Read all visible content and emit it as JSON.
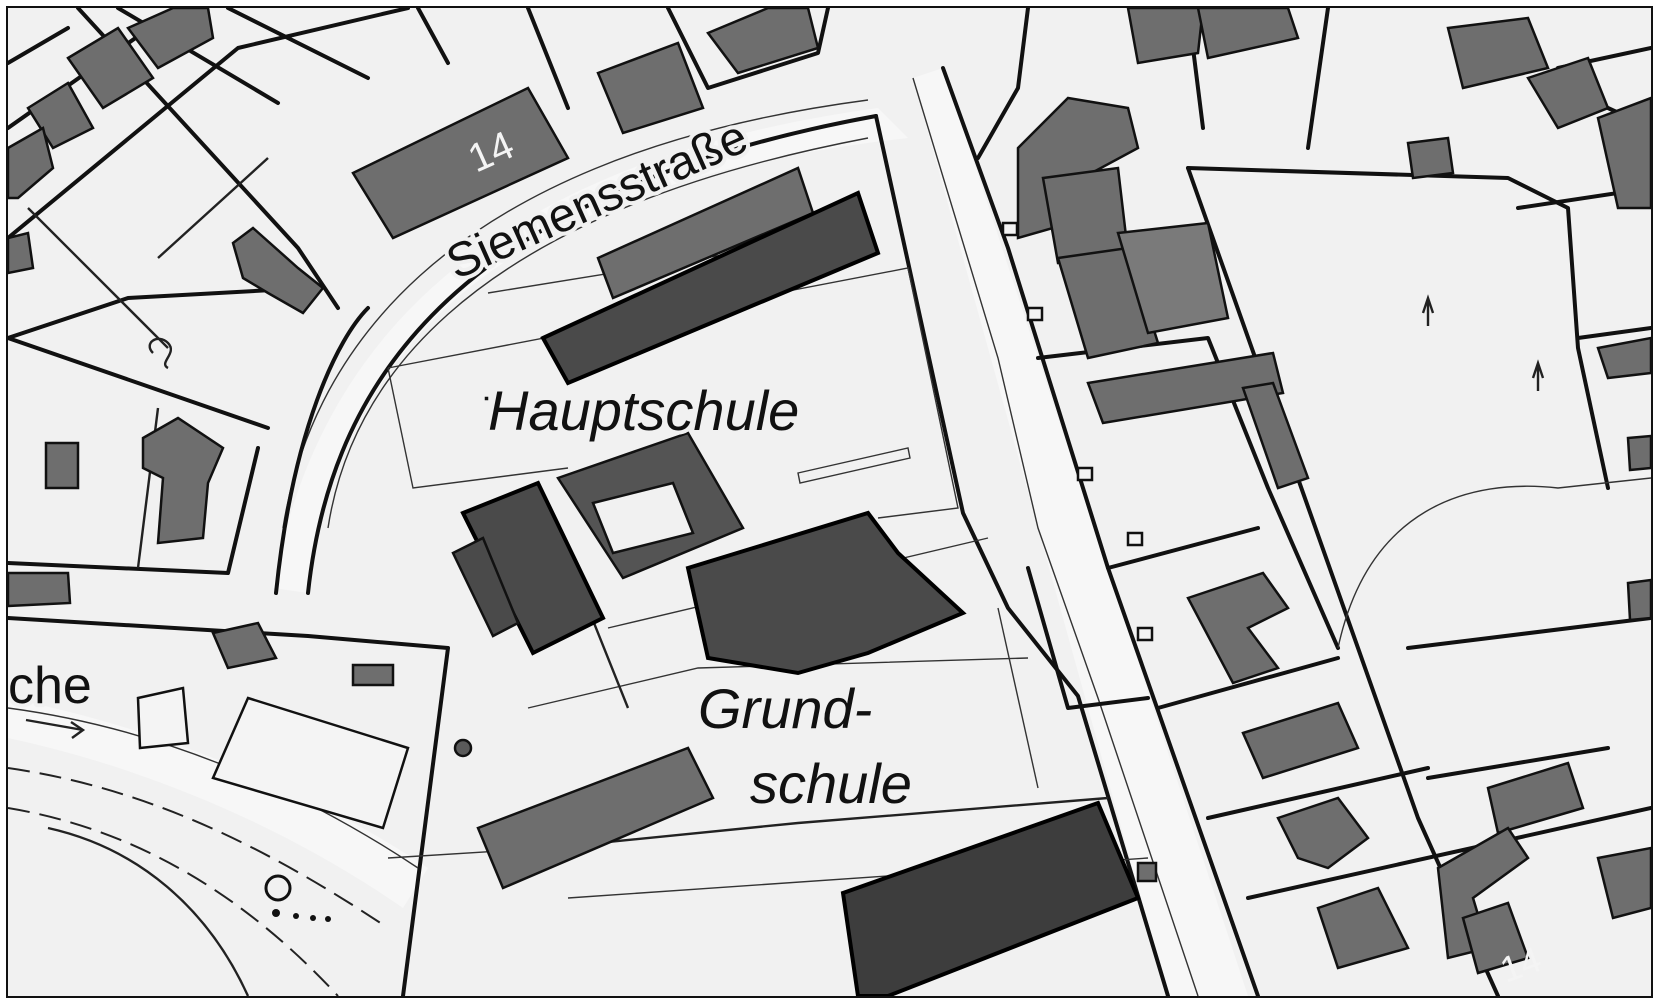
{
  "map": {
    "labels": {
      "street_name": "Siemensstraße",
      "school_main": "Hauptschule",
      "school_primary_line1": "Grund-",
      "school_primary_line2": "schule",
      "street_fragment": "che",
      "house_number_top": "14",
      "house_number_bottom": "14"
    },
    "colors": {
      "background": "#f1f1f1",
      "road": "#f7f7f7",
      "building_light": "#6e6e6e",
      "building_dark": "#4a4a4a",
      "line": "#111111"
    },
    "icons": [
      "tree-symbol-icon",
      "direction-arrow-icon",
      "feature-marker-icon"
    ]
  }
}
